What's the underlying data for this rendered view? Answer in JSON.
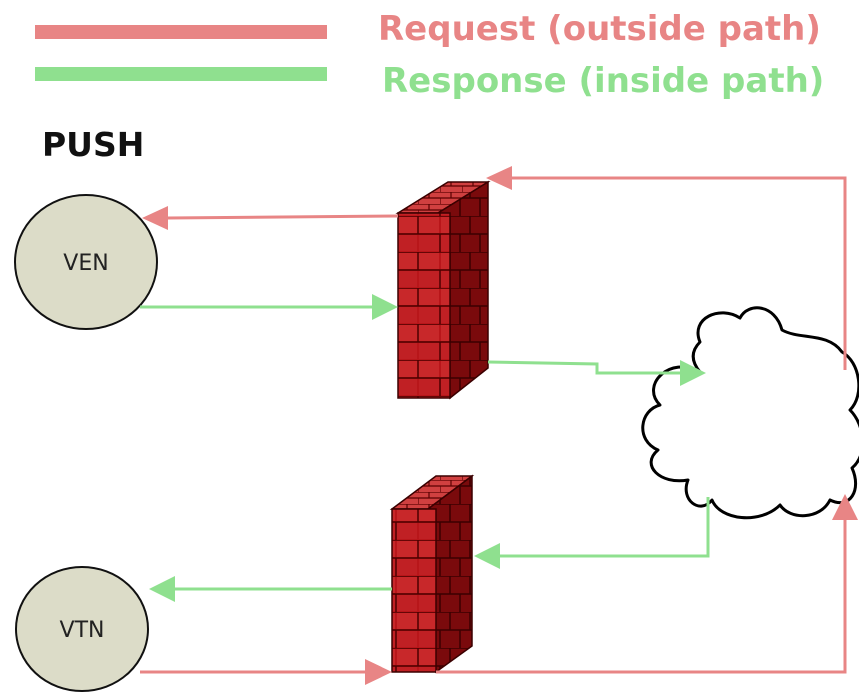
{
  "legend": {
    "request_label": "Request (outside path)",
    "response_label": "Response (inside path)",
    "request_color": "#e88585",
    "response_color": "#8fe08f"
  },
  "diagram": {
    "title": "PUSH",
    "nodes": {
      "ven": "VEN",
      "vtn": "VTN"
    },
    "icons": [
      "firewall-icon",
      "firewall-icon",
      "cloud-icon"
    ],
    "node_fill": "#dcdcc8",
    "brick_color": "#b0181a"
  }
}
